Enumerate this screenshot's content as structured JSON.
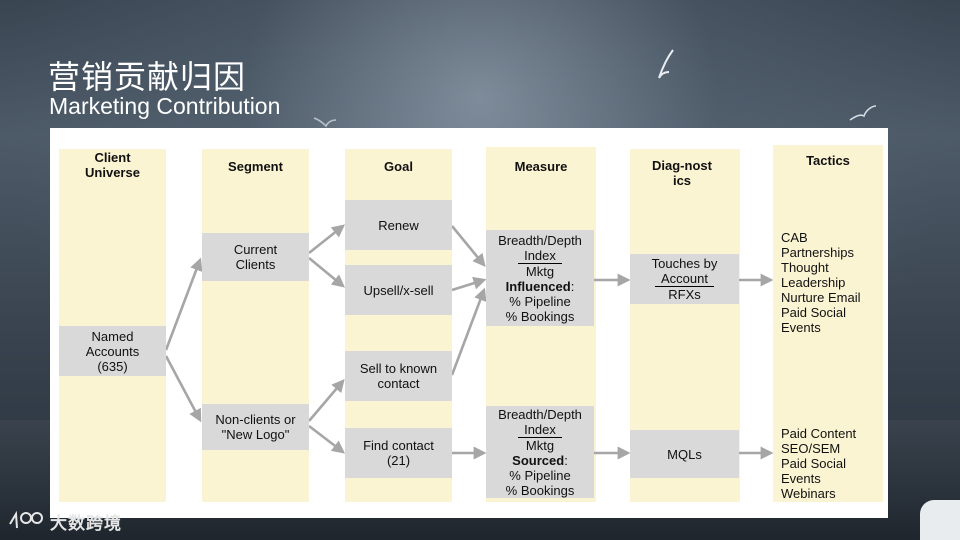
{
  "slide": {
    "title_cn": "营销贡献归因",
    "title_en": "Marketing Contribution",
    "logo_text": "大数跨境"
  },
  "columns": [
    {
      "id": "client-universe",
      "header_lines": [
        "Client",
        "Universe"
      ]
    },
    {
      "id": "segment",
      "header_lines": [
        "Segment"
      ]
    },
    {
      "id": "goal",
      "header_lines": [
        "Goal"
      ]
    },
    {
      "id": "measure",
      "header_lines": [
        "Measure"
      ]
    },
    {
      "id": "diagnostics",
      "header_lines": [
        "Diag-nost",
        "ics"
      ]
    },
    {
      "id": "tactics",
      "header_lines": [
        "Tactics"
      ]
    }
  ],
  "nodes": {
    "named_accounts": [
      "Named",
      "Accounts",
      "(635)"
    ],
    "current_clients": [
      "Current",
      "Clients"
    ],
    "non_clients": [
      "Non-clients or",
      "\"New Logo\""
    ],
    "renew": [
      "Renew"
    ],
    "upsell": [
      "Upsell/x-sell"
    ],
    "sell_known": [
      "Sell to known",
      "contact"
    ],
    "find_contact": [
      "Find contact",
      "(21)"
    ],
    "measure_influenced": {
      "line1": "Breadth/Depth",
      "line2": "Index",
      "line3": "Mktg",
      "bold": "Influenced",
      "bold_suffix": ":",
      "line5": "% Pipeline",
      "line6": "% Bookings"
    },
    "measure_sourced": {
      "line1": "Breadth/Depth",
      "line2": "Index",
      "line3": "Mktg",
      "bold": "Sourced",
      "bold_suffix": ":",
      "line5": "% Pipeline",
      "line6": "% Bookings"
    },
    "touches": {
      "line1": "Touches by",
      "line2": "Account",
      "line3": "RFXs"
    },
    "mqls": [
      "MQLs"
    ]
  },
  "tactics": {
    "influenced": [
      "CAB",
      "Partnerships",
      "Thought",
      "Leadership",
      "Nurture Email",
      "Paid Social",
      "Events"
    ],
    "sourced": [
      "Paid Content",
      "SEO/SEM",
      "Paid Social",
      "Events",
      "Webinars"
    ]
  },
  "colors": {
    "column_fill": "#fbf4d3",
    "box_fill": "#d9d9d9",
    "arrow": "#a6a6a6",
    "panel": "#ffffff"
  }
}
